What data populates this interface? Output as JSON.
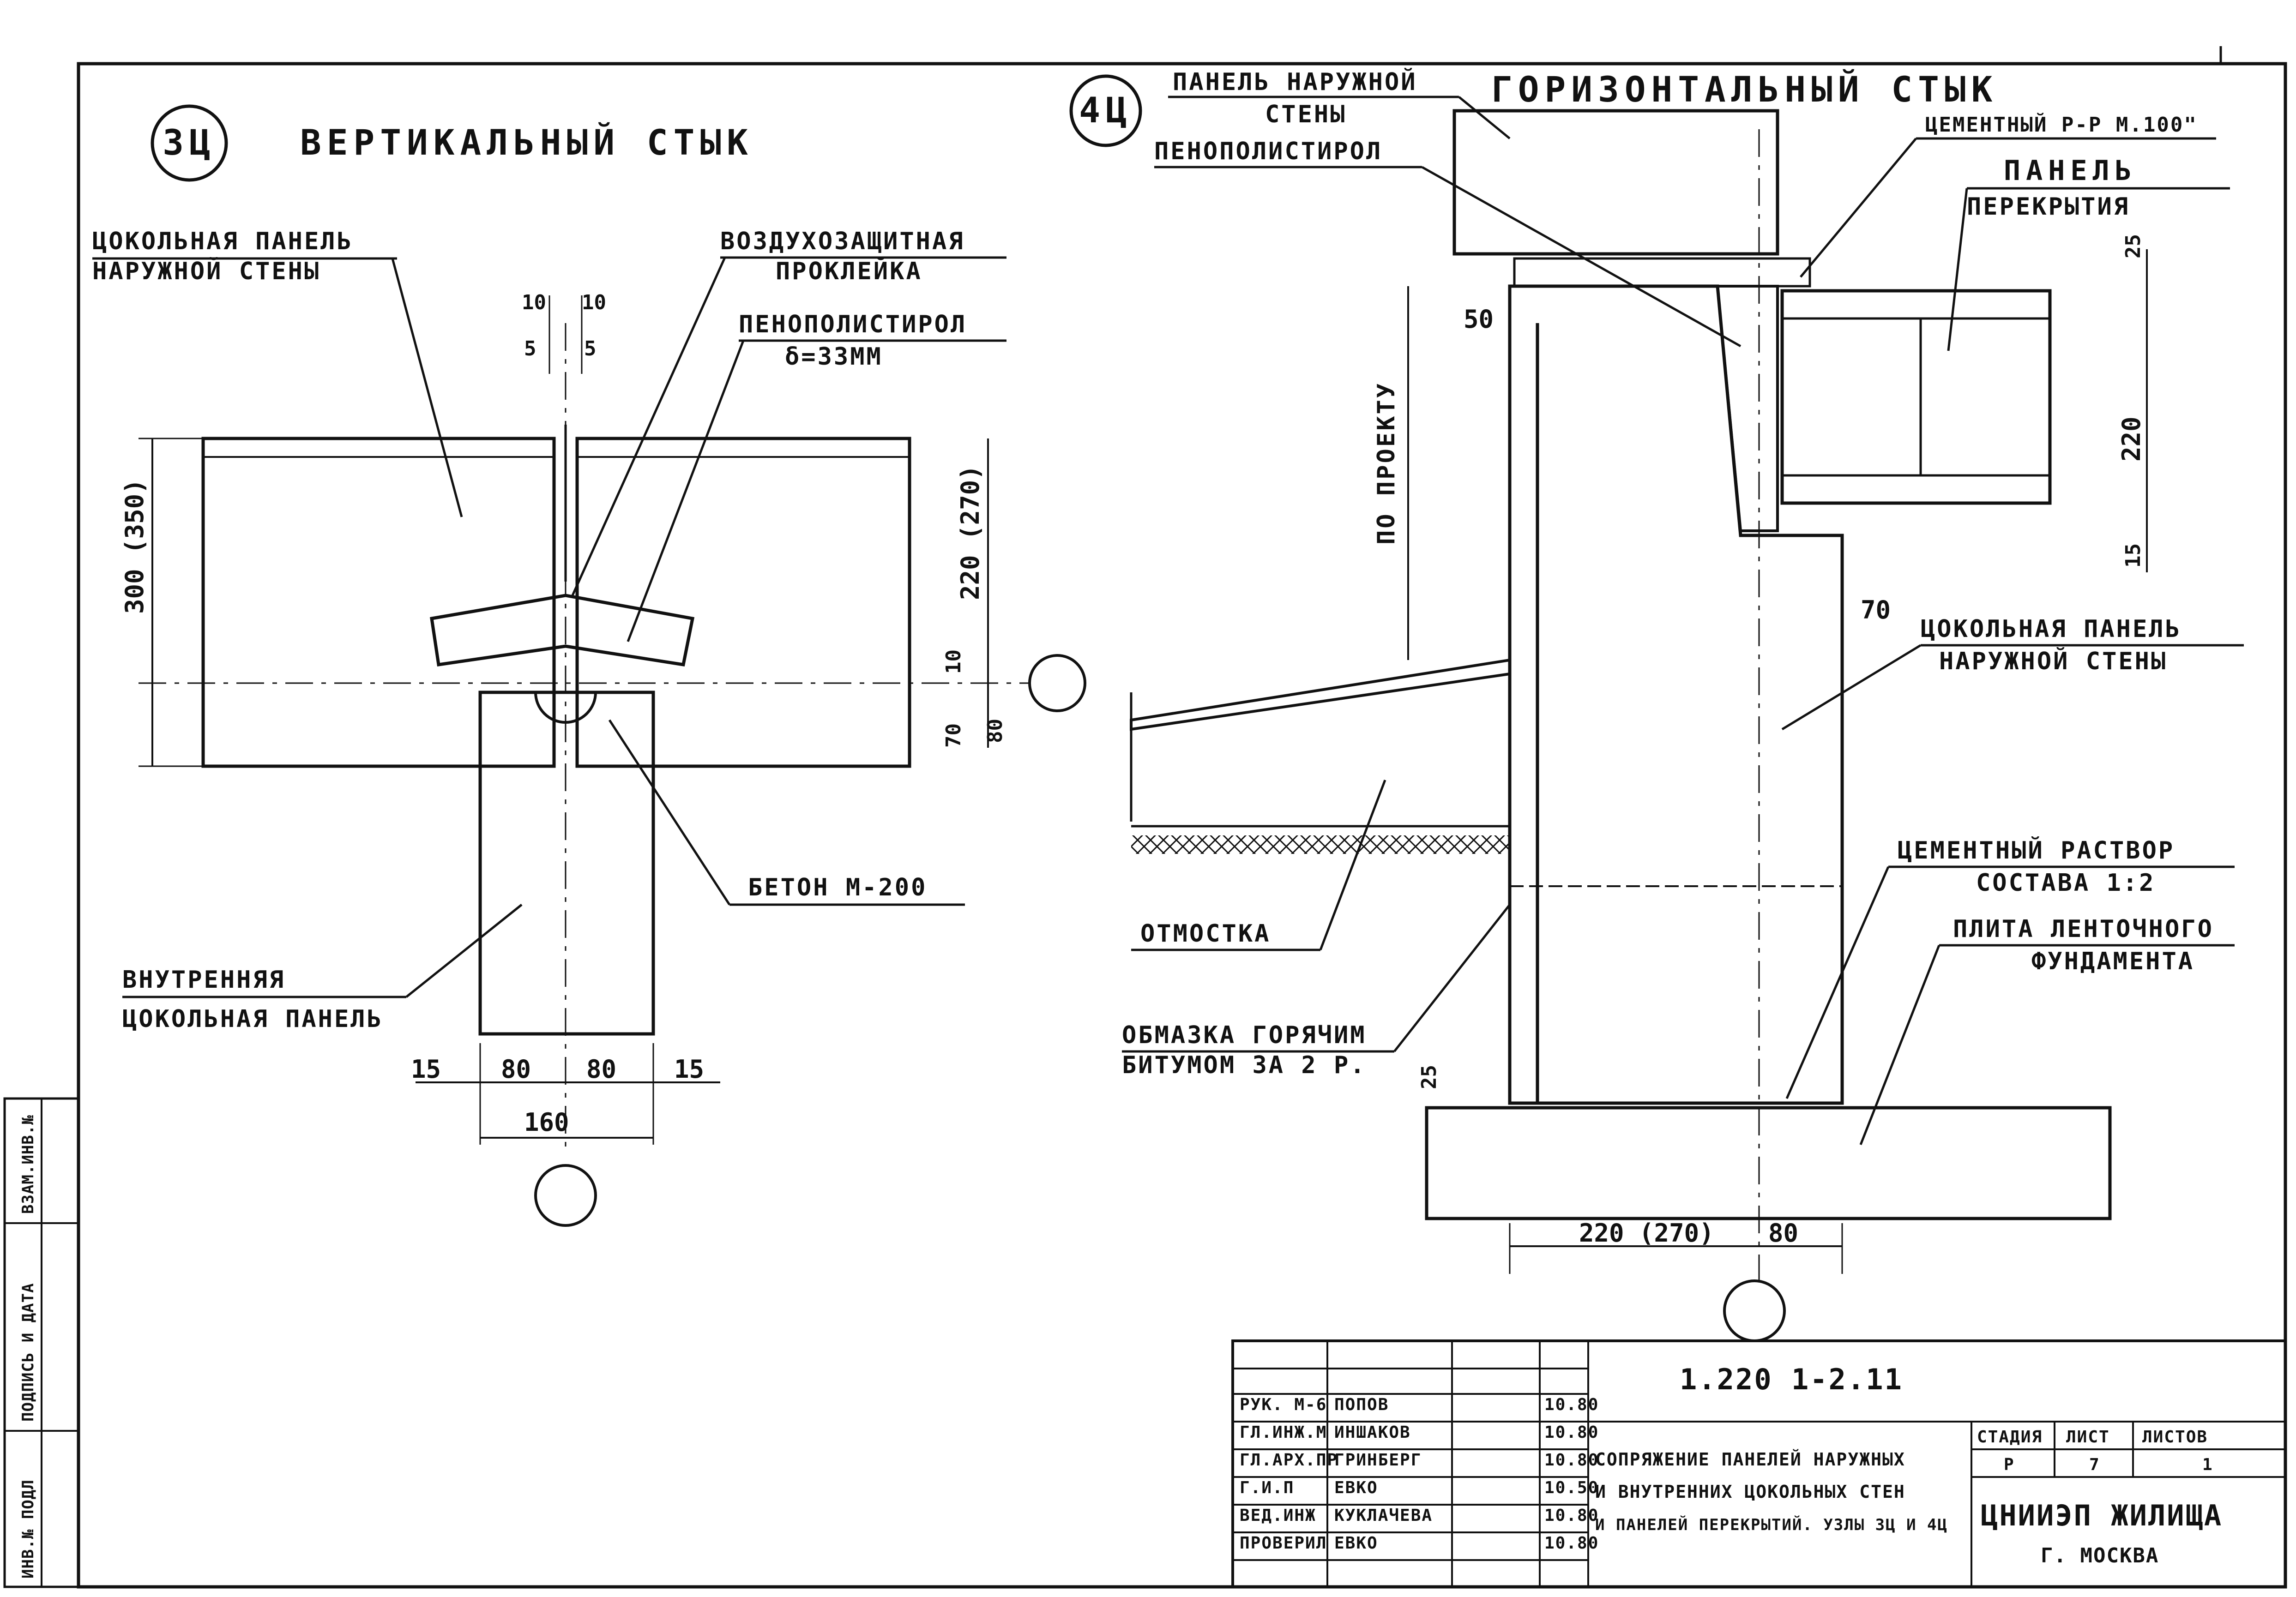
{
  "node_34": {
    "number": "3Ц",
    "title": "ВЕРТИКАЛЬНЫЙ СТЫК",
    "labels": {
      "socle_outer_1": "ЦОКОЛЬНАЯ ПАНЕЛЬ",
      "socle_outer_2": "НАРУЖНОЙ СТЕНЫ",
      "air_1": "ВОЗДУХОЗАЩИТНАЯ",
      "air_2": "ПРОКЛЕЙКА",
      "foam_1": "ПЕНОПОЛИСТИРОЛ",
      "foam_2": "δ=33ММ",
      "concrete": "БЕТОН М-200",
      "inner_1": "ВНУТРЕННЯЯ",
      "inner_2": "ЦОКОЛЬНАЯ ПАНЕЛЬ"
    },
    "dims": {
      "top_10_left": "10",
      "top_10_right": "10",
      "top_5_left": "5",
      "top_5_right": "5",
      "height_left": "300 (350)",
      "height_right": "220 (270)",
      "d10": "10",
      "d70": "70",
      "d80": "80",
      "b15_left": "15",
      "b80_left": "80",
      "b80_right": "80",
      "b15_right": "15",
      "b160": "160"
    }
  },
  "node_44": {
    "number": "4Ц",
    "title": "ГОРИЗОНТАЛЬНЫЙ СТЫК",
    "labels": {
      "outer_wall_1": "ПАНЕЛЬ НАРУЖНОЙ",
      "outer_wall_2": "СТЕНЫ",
      "foam": "ПЕНОПОЛИСТИРОЛ",
      "mortar100": "ЦЕМЕНТНЫЙ Р-Р М.100\"",
      "slab_1": "ПАНЕЛЬ",
      "slab_2": "ПЕРЕКРЫТИЯ",
      "socle_1": "ЦОКОЛЬНАЯ ПАНЕЛЬ",
      "socle_2": "НАРУЖНОЙ СТЕНЫ",
      "mortar12_1": "ЦЕМЕНТНЫЙ РАСТВОР",
      "mortar12_2": "СОСТАВА 1:2",
      "foundation_1": "ПЛИТА ЛЕНТОЧНОГО",
      "foundation_2": "ФУНДАМЕНТА",
      "blind_area": "ОТМОСТКА",
      "bitumen_1": "ОБМАЗКА ГОРЯЧИМ",
      "bitumen_2": "БИТУМОМ ЗА 2 Р.",
      "project": "ПО ПРОЕКТУ"
    },
    "dims": {
      "d50": "50",
      "d25": "25",
      "d220": "220",
      "d15": "15",
      "d70": "70",
      "d25b": "25",
      "bottom_220": "220 (270)",
      "bottom_80": "80"
    }
  },
  "title_block": {
    "doc_code": "1.220 1-2.11",
    "rows": [
      {
        "role": "РУК. М-6",
        "name": "ПОПОВ",
        "date": "10.80"
      },
      {
        "role": "ГЛ.ИНЖ.М",
        "name": "ИНШАКОВ",
        "date": "10.80"
      },
      {
        "role": "ГЛ.АРХ.ПР",
        "name": "ГРИНБЕРГ",
        "date": "10.80"
      },
      {
        "role": "Г.И.П",
        "name": "ЕВКО",
        "date": "10.50"
      },
      {
        "role": "ВЕД.ИНЖ",
        "name": "КУКЛАЧЕВА",
        "date": "10.80"
      },
      {
        "role": "ПРОВЕРИЛ",
        "name": "ЕВКО",
        "date": "10.80"
      }
    ],
    "desc_1": "СОПРЯЖЕНИЕ ПАНЕЛЕЙ НАРУЖНЫХ",
    "desc_2": "И ВНУТРЕННИХ ЦОКОЛЬНЫХ СТЕН",
    "desc_3": "И ПАНЕЛЕЙ ПЕРЕКРЫТИЙ. УЗЛЫ 3Ц И 4Ц",
    "stage_label": "СТАДИЯ",
    "sheet_label": "ЛИСТ",
    "sheets_label": "ЛИСТОВ",
    "stage": "Р",
    "sheet": "7",
    "sheets": "1",
    "org_1": "ЦНИИЭП ЖИЛИЩА",
    "org_2": "Г. МОСКВА"
  },
  "side_stamp": {
    "inv": "ИНВ.№ ПОДЛ",
    "sign": "ПОДПИСЬ И ДАТА",
    "vzam": "ВЗАМ.ИНВ.№"
  }
}
